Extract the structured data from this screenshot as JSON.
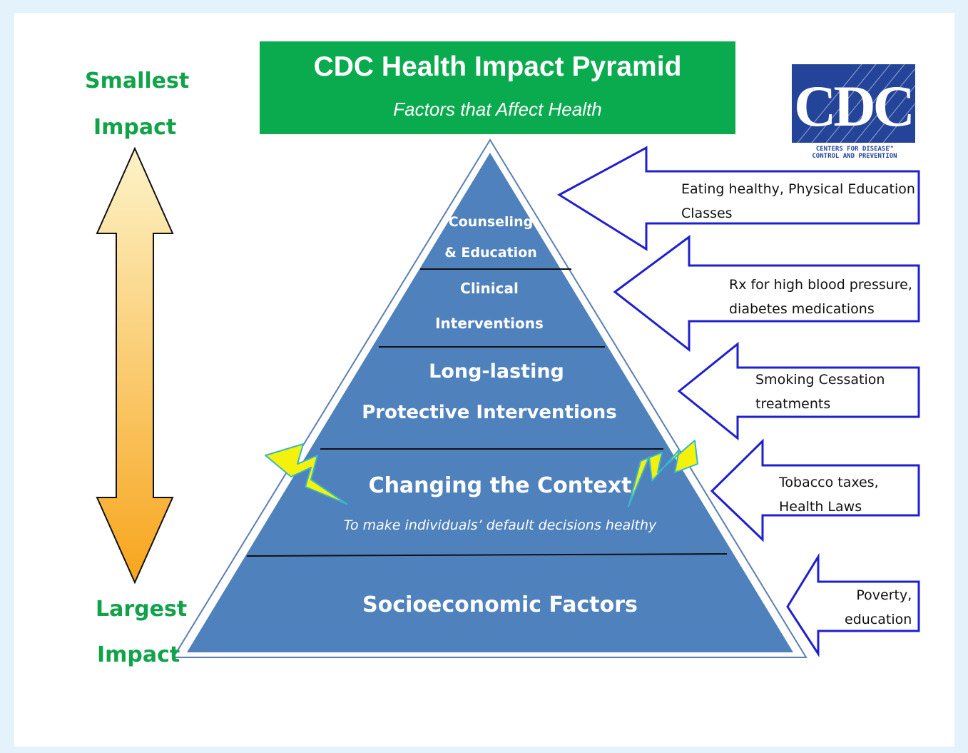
{
  "title": "CDC Health Impact Pyramid",
  "subtitle": "Factors that Affect Health",
  "logo": {
    "wordmark": "CDC",
    "line1": "CENTERS FOR DISEASE™",
    "line2": "CONTROL AND PREVENTION"
  },
  "scale": {
    "top_line1": "Smallest",
    "top_line2": "Impact",
    "bottom_line1": "Largest",
    "bottom_line2": "Impact"
  },
  "tiers": [
    {
      "line1": "Counseling",
      "line2": "& Education"
    },
    {
      "line1": "Clinical",
      "line2": "Interventions"
    },
    {
      "line1": "Long-lasting",
      "line2": "Protective Interventions"
    },
    {
      "line1": "Changing the Context",
      "line2": "To make individuals’ default decisions healthy"
    },
    {
      "line1": "Socioeconomic Factors"
    }
  ],
  "examples": [
    {
      "line1": "Eating healthy, Physical Education",
      "line2": "Classes"
    },
    {
      "line1": "Rx for high blood pressure,",
      "line2": "diabetes medications"
    },
    {
      "line1": "Smoking Cessation",
      "line2": "treatments"
    },
    {
      "line1": "Tobacco taxes,",
      "line2": "Health Laws"
    },
    {
      "line1": "Poverty,",
      "line2": "education"
    }
  ],
  "colors": {
    "title_green": "#0aaa4e",
    "pyramid_blue": "#4f81bd",
    "arrow_blue": "#1f1fd0",
    "impact_green": "#12a34a",
    "bolt_yellow": "#f4f10c",
    "scale_arrow_top": "#fdf3c8",
    "scale_arrow_bottom": "#f7a51c"
  }
}
